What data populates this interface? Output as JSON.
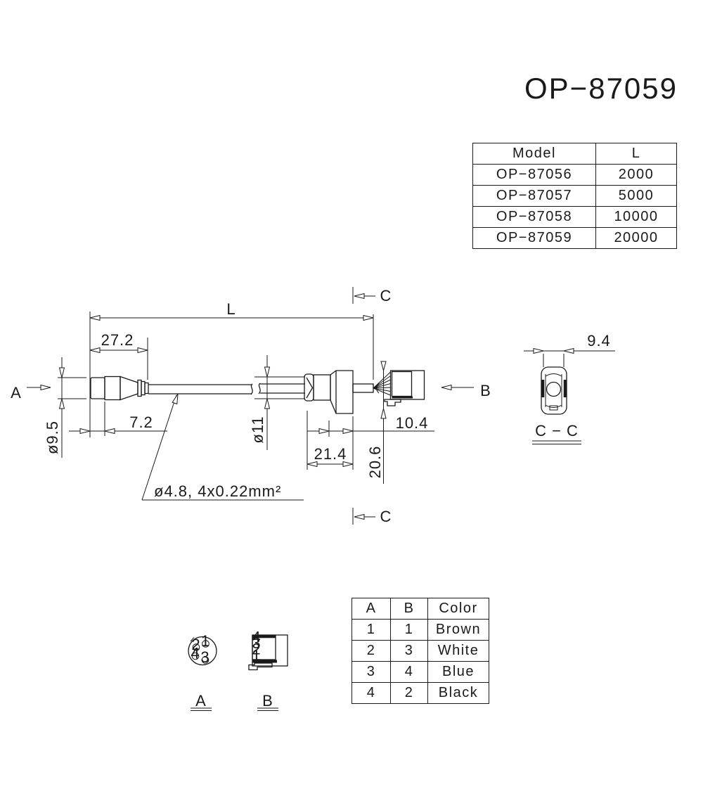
{
  "title": "OP−87059",
  "model_table": {
    "headers": {
      "model": "Model",
      "length": "L"
    },
    "rows": [
      {
        "model": "OP−87056",
        "length": "2000"
      },
      {
        "model": "OP−87057",
        "length": "5000"
      },
      {
        "model": "OP−87058",
        "length": "10000"
      },
      {
        "model": "OP−87059",
        "length": "20000"
      }
    ]
  },
  "dimensions": {
    "overall_length": "L",
    "connector_a_length": "27.2",
    "connector_a_nut_length": "7.2",
    "connector_a_diameter": "ø9.5",
    "boot_diameter": "ø11",
    "connector_b_body_length": "21.4",
    "connector_b_lead_length": "10.4",
    "connector_b_height": "20.6",
    "section_width": "9.4",
    "cable_spec": "ø4.8, 4x0.22mm²"
  },
  "view_labels": {
    "a_arrow": "A",
    "b_arrow": "B",
    "section_mark_top": "C",
    "section_mark_bottom": "C",
    "section_view": "C − C",
    "detail_a": "A",
    "detail_b": "B"
  },
  "pin_labels": {
    "a_view": [
      "1",
      "2",
      "4",
      "3"
    ],
    "b_view": [
      "4",
      "3",
      "2",
      "1"
    ]
  },
  "wiring_table": {
    "headers": {
      "a": "A",
      "b": "B",
      "color": "Color"
    },
    "rows": [
      {
        "a": "1",
        "b": "1",
        "color": "Brown"
      },
      {
        "a": "2",
        "b": "3",
        "color": "White"
      },
      {
        "a": "3",
        "b": "4",
        "color": "Blue"
      },
      {
        "a": "4",
        "b": "2",
        "color": "Black"
      }
    ]
  },
  "colors": {
    "line": "#1a1a1a",
    "background": "#ffffff"
  }
}
